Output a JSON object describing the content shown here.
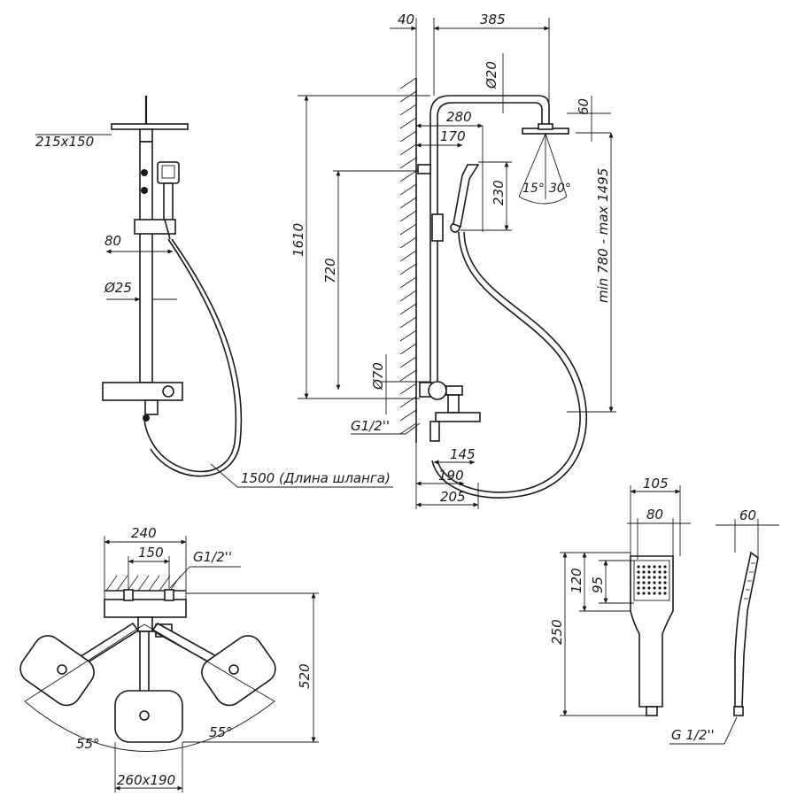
{
  "front_view": {
    "head_size": "215x150",
    "bar_offset": "80",
    "bar_diameter": "Ø25",
    "hose_length": "1500 (Длина шланга)"
  },
  "side_view": {
    "wall_gap": "40",
    "arm_reach": "385",
    "arm_diameter": "Ø20",
    "head_height": "60",
    "holder_reach": "280",
    "handset_reach": "170",
    "handset_length": "230",
    "total_height": "1610",
    "holder_height": "720",
    "height_range": "min 780 - max 1495",
    "mixer_diameter": "Ø70",
    "inlet_thread": "G1/2''",
    "spout_145": "145",
    "spout_190": "190",
    "spout_205": "205",
    "spray_angle_1": "15°",
    "spray_angle_2": "30°"
  },
  "top_view": {
    "width_240": "240",
    "inlet_spacing": "150",
    "inlet_thread": "G1/2''",
    "depth": "520",
    "head_size": "260x190",
    "angle_left": "55°",
    "angle_right": "55°"
  },
  "handset_view": {
    "width_105": "105",
    "width_80": "80",
    "depth_60": "60",
    "head_120": "120",
    "face_95": "95",
    "length_250": "250",
    "thread": "G 1/2''"
  }
}
